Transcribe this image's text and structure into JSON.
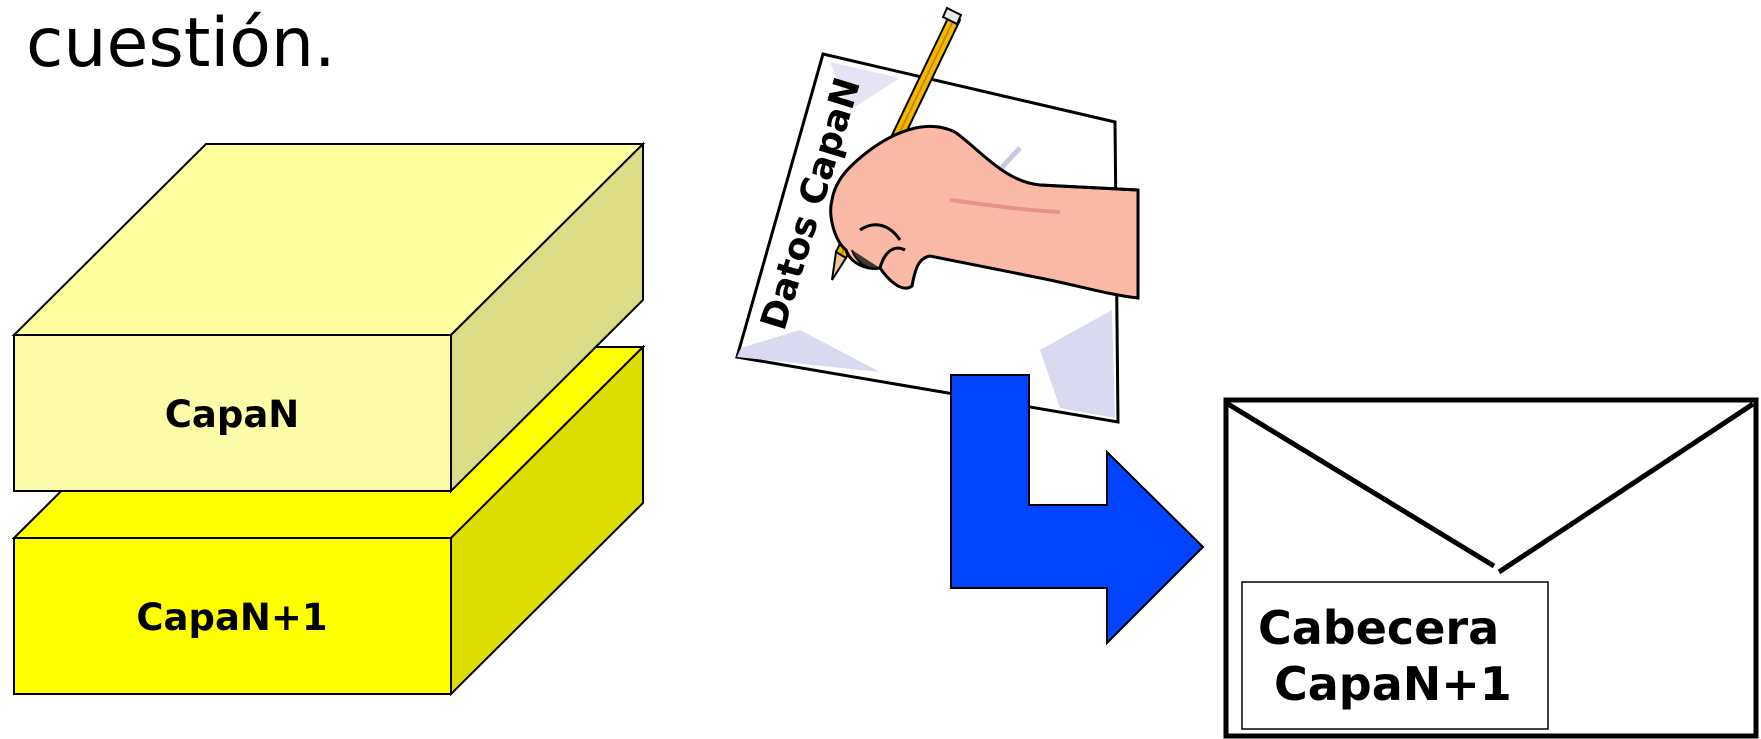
{
  "heading": {
    "text": "cuestión."
  },
  "layers": {
    "top": {
      "label": "CapaN",
      "front": "#fbfba8",
      "top": "#ffffa0",
      "side": "#dddd88"
    },
    "bottom": {
      "label": "CapaN+1",
      "front": "#ffff00",
      "top": "#ffff00",
      "side": "#dddd00"
    }
  },
  "document": {
    "label": "Datos CapaN"
  },
  "arrow": {
    "color": "#0044ff"
  },
  "envelope": {
    "header_line1": "Cabecera",
    "header_line2": "CapaN+1"
  }
}
